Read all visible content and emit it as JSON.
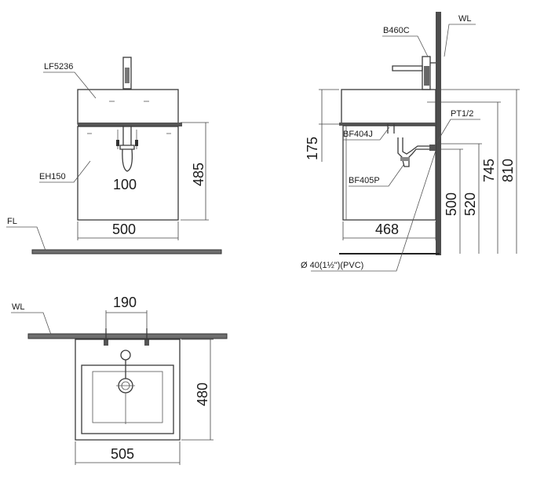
{
  "front_view": {
    "labels": {
      "faucet": "LF5236",
      "cabinet": "EH150",
      "floor": "FL"
    },
    "dims": {
      "width": "500",
      "height": "485",
      "drain_offset": "100"
    }
  },
  "side_view": {
    "labels": {
      "faucet": "B460C",
      "wall": "WL",
      "supply": "PT1/2",
      "drain_trap": "BF404J",
      "trap": "BF405P",
      "pipe": "Ø 40(1½\")(PVC)"
    },
    "dims": {
      "depth": "468",
      "basin_height": "175",
      "h500": "500",
      "h520": "520",
      "h745": "745",
      "h810": "810"
    }
  },
  "plan_view": {
    "labels": {
      "wall": "WL"
    },
    "dims": {
      "supply_spacing": "190",
      "width": "505",
      "depth": "480"
    }
  }
}
